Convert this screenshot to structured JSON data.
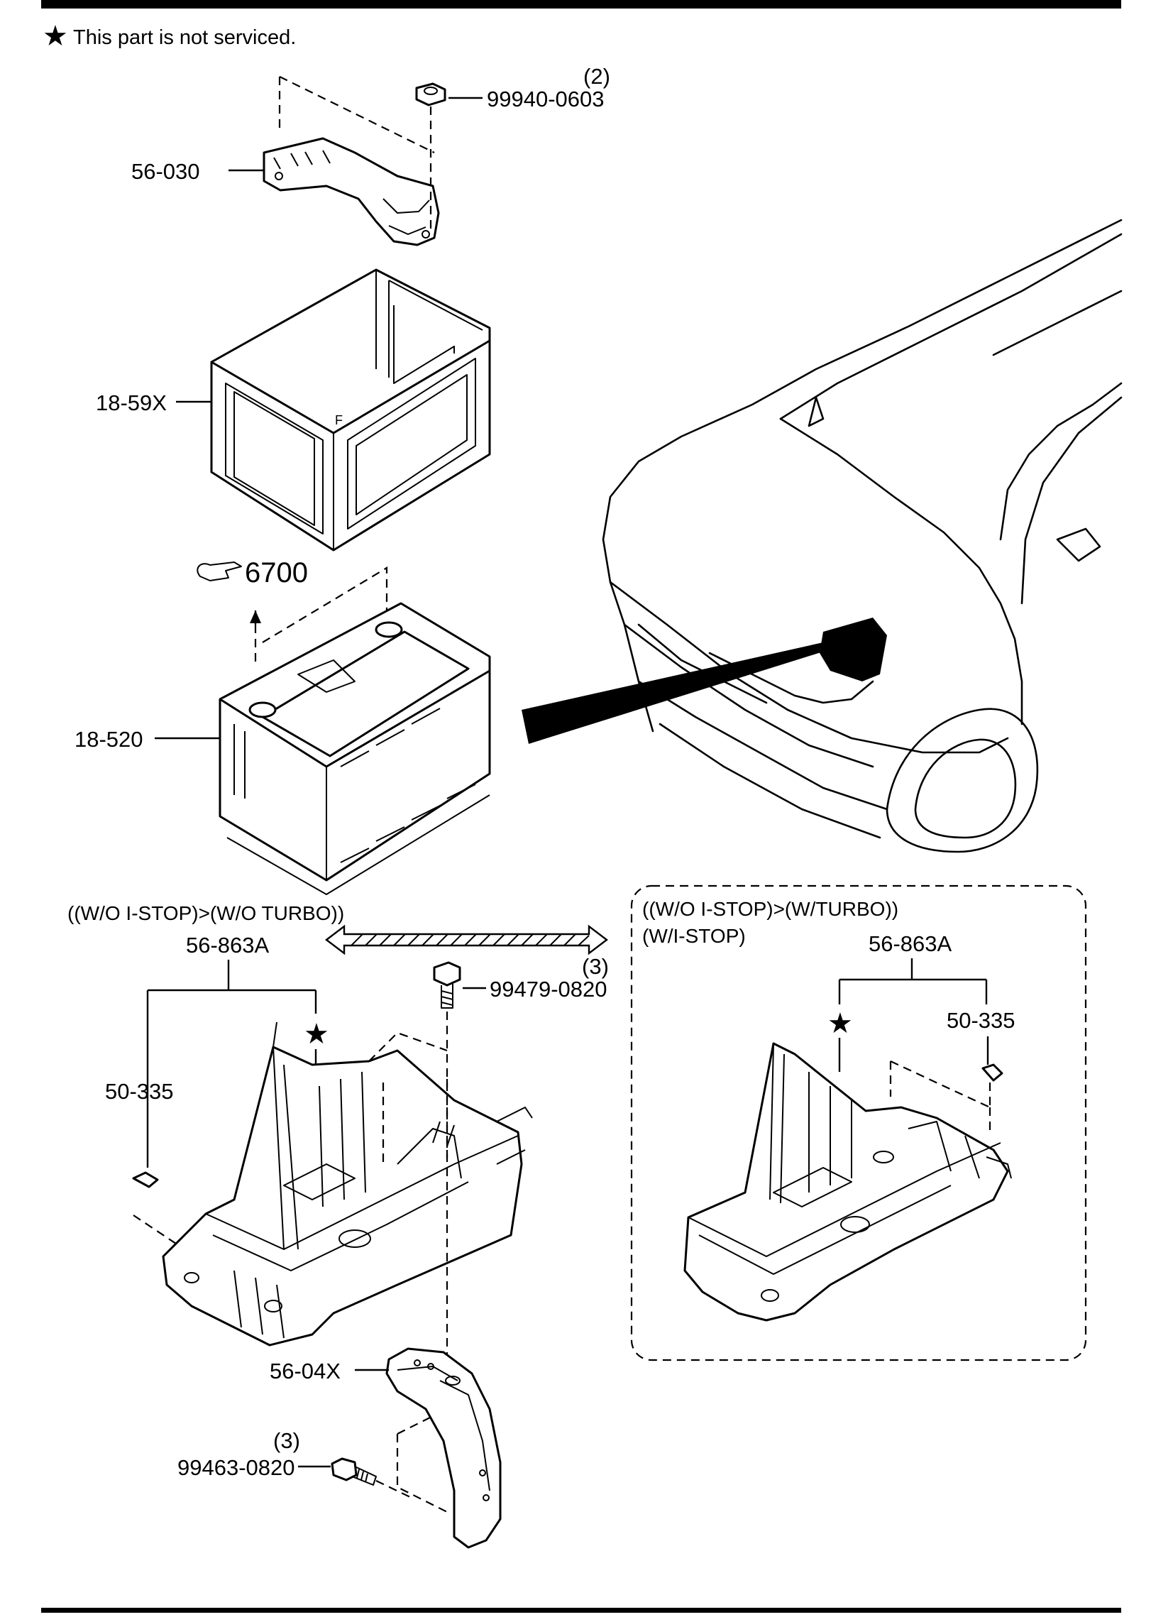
{
  "header_note": {
    "star": "★",
    "text": "This part is not serviced."
  },
  "callouts": {
    "p99940": "99940-0603",
    "p99940_qty": "(2)",
    "p56_030": "56-030",
    "p18_59x": "18-59X",
    "ref_arrow": "6700",
    "p18_520": "18-520",
    "p56_863a_left": "56-863A",
    "p50_335_left": "50-335",
    "p99479": "99479-0820",
    "p99479_qty": "(3)",
    "p56_863a_right": "56-863A",
    "p50_335_right": "50-335",
    "p56_04x": "56-04X",
    "p99463": "99463-0820",
    "p99463_qty": "(3)"
  },
  "variants": {
    "left_condition": "((W/O I-STOP)>(W/O TURBO))",
    "right_condition_1": "((W/O I-STOP)>(W/TURBO))",
    "right_condition_2": "(W/I-STOP)"
  },
  "markers": {
    "star_left": "★",
    "star_right": "★"
  }
}
